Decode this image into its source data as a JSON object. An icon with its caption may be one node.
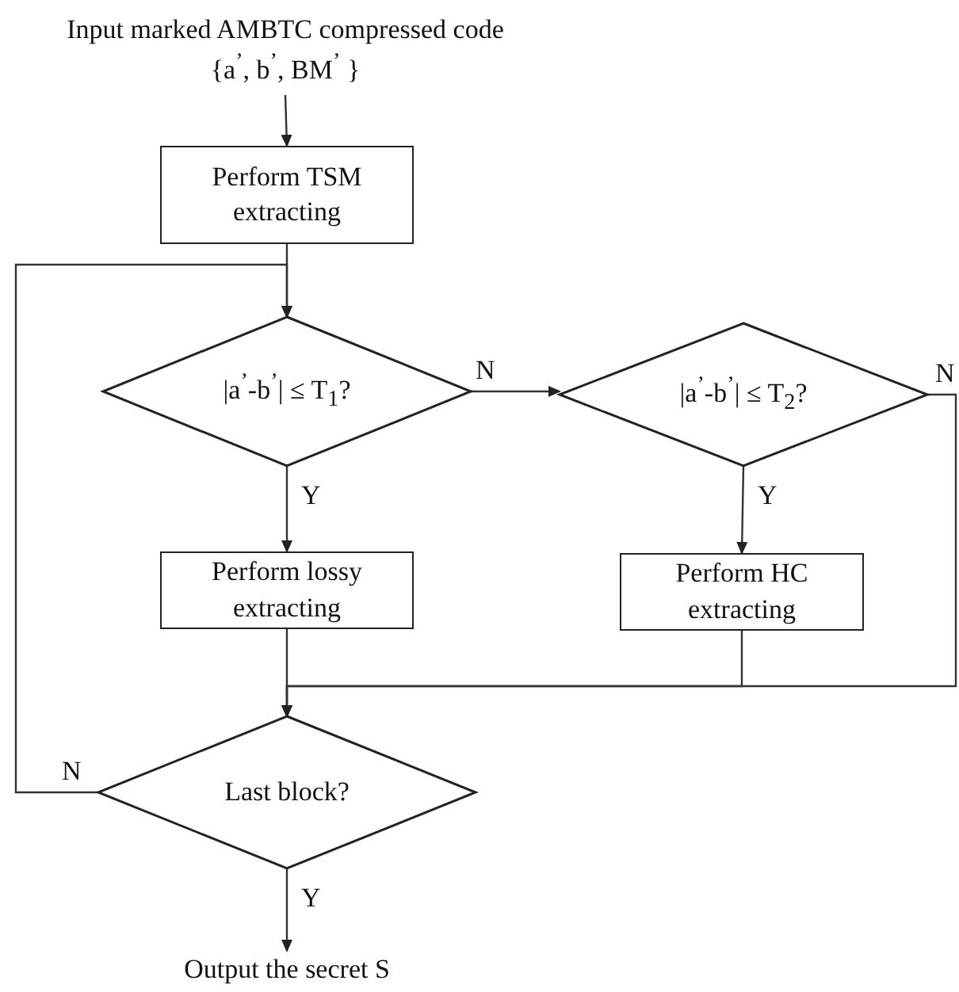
{
  "diagram": {
    "nodes": [
      {
        "text": [
          "Input marked AMBTC compressed code",
          "{a$^{’}$, b$^{’}$, BM$^{’}$ }"
        ]
      },
      {
        "text": [
          "Perform TSM extracting"
        ]
      },
      {
        "text": [
          "|a$^{’}$-b$^{’}$| ≤ T$_{1}$?"
        ]
      },
      {
        "text": [
          "|a$^{’}$-b$^{’}$| ≤ T$_{2}$?"
        ]
      },
      {
        "text": [
          "Perform lossy extracting"
        ]
      },
      {
        "text": [
          "Perform HC extracting"
        ]
      },
      {
        "text": [
          "Last block?"
        ]
      },
      {
        "text": [
          "Output the secret S"
        ]
      }
    ],
    "edges": [
      {
        "from": 0,
        "to": 1,
        "arrow": "to"
      },
      {
        "from": 1,
        "to": 2,
        "arrow": "to"
      },
      {
        "from": 2,
        "to": 3,
        "arrow": "to",
        "label": "N"
      },
      {
        "from": 2,
        "to": 4,
        "arrow": "to",
        "label": "Y"
      },
      {
        "from": 3,
        "to": 5,
        "arrow": "to",
        "label": "Y"
      },
      {
        "from": 4,
        "to": 6,
        "arrow": "to"
      },
      {
        "from": 5,
        "to": 6,
        "arrow": "to"
      },
      {
        "from": 3,
        "to": 6,
        "arrow": "to",
        "label": "N"
      },
      {
        "from": 6,
        "to": 2,
        "arrow": "to",
        "label": "N"
      },
      {
        "from": 6,
        "to": 7,
        "arrow": "to",
        "label": "Y"
      }
    ]
  }
}
